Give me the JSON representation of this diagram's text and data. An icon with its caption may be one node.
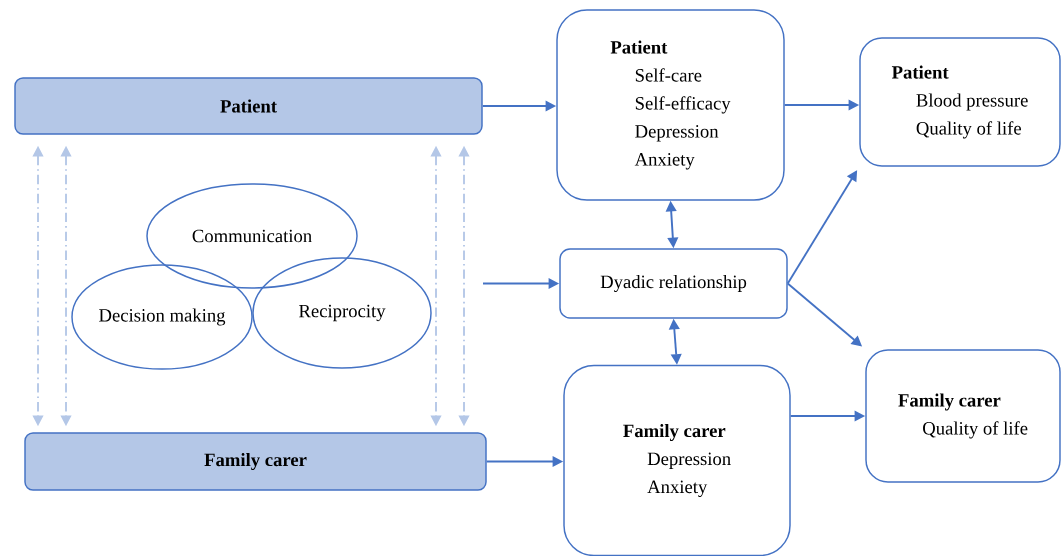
{
  "diagram": {
    "nodes": [
      {
        "text": [
          "Patient"
        ]
      },
      {
        "text": [
          "Family carer"
        ]
      },
      {
        "text": [
          "Communication"
        ]
      },
      {
        "text": [
          "Decision making"
        ]
      },
      {
        "text": [
          "Reciprocity"
        ]
      },
      {
        "text": [
          "Patient",
          "Self-care",
          "Self-efficacy",
          "Depression",
          "Anxiety"
        ]
      },
      {
        "text": [
          "Dyadic relationship"
        ]
      },
      {
        "text": [
          "Family carer",
          "Depression",
          "Anxiety"
        ]
      },
      {
        "text": [
          "Patient",
          "Blood pressure",
          "Quality of life"
        ]
      },
      {
        "text": [
          "Family carer",
          "Quality of life"
        ]
      }
    ],
    "edges": [
      {
        "from": 0,
        "to": 5,
        "arrow": "to"
      },
      {
        "from": null,
        "to": 6,
        "arrow": "to"
      },
      {
        "from": 1,
        "to": 7,
        "arrow": "to"
      },
      {
        "from": 5,
        "to": 6,
        "arrow": "both"
      },
      {
        "from": 6,
        "to": 7,
        "arrow": "both"
      },
      {
        "from": 5,
        "to": 8,
        "arrow": "to"
      },
      {
        "from": 6,
        "to": 8,
        "arrow": "to"
      },
      {
        "from": 6,
        "to": 9,
        "arrow": "to"
      },
      {
        "from": 7,
        "to": 9,
        "arrow": "to"
      },
      {
        "from": 0,
        "to": 1,
        "arrow": "both",
        "style": "dashed",
        "color": "#b4c7e7"
      },
      {
        "from": 0,
        "to": 1,
        "arrow": "both",
        "style": "dashed",
        "color": "#b4c7e7"
      },
      {
        "from": 0,
        "to": 1,
        "arrow": "both",
        "style": "dashed",
        "color": "#b4c7e7"
      },
      {
        "from": 0,
        "to": 1,
        "arrow": "both",
        "style": "dashed",
        "color": "#b4c7e7"
      }
    ]
  }
}
